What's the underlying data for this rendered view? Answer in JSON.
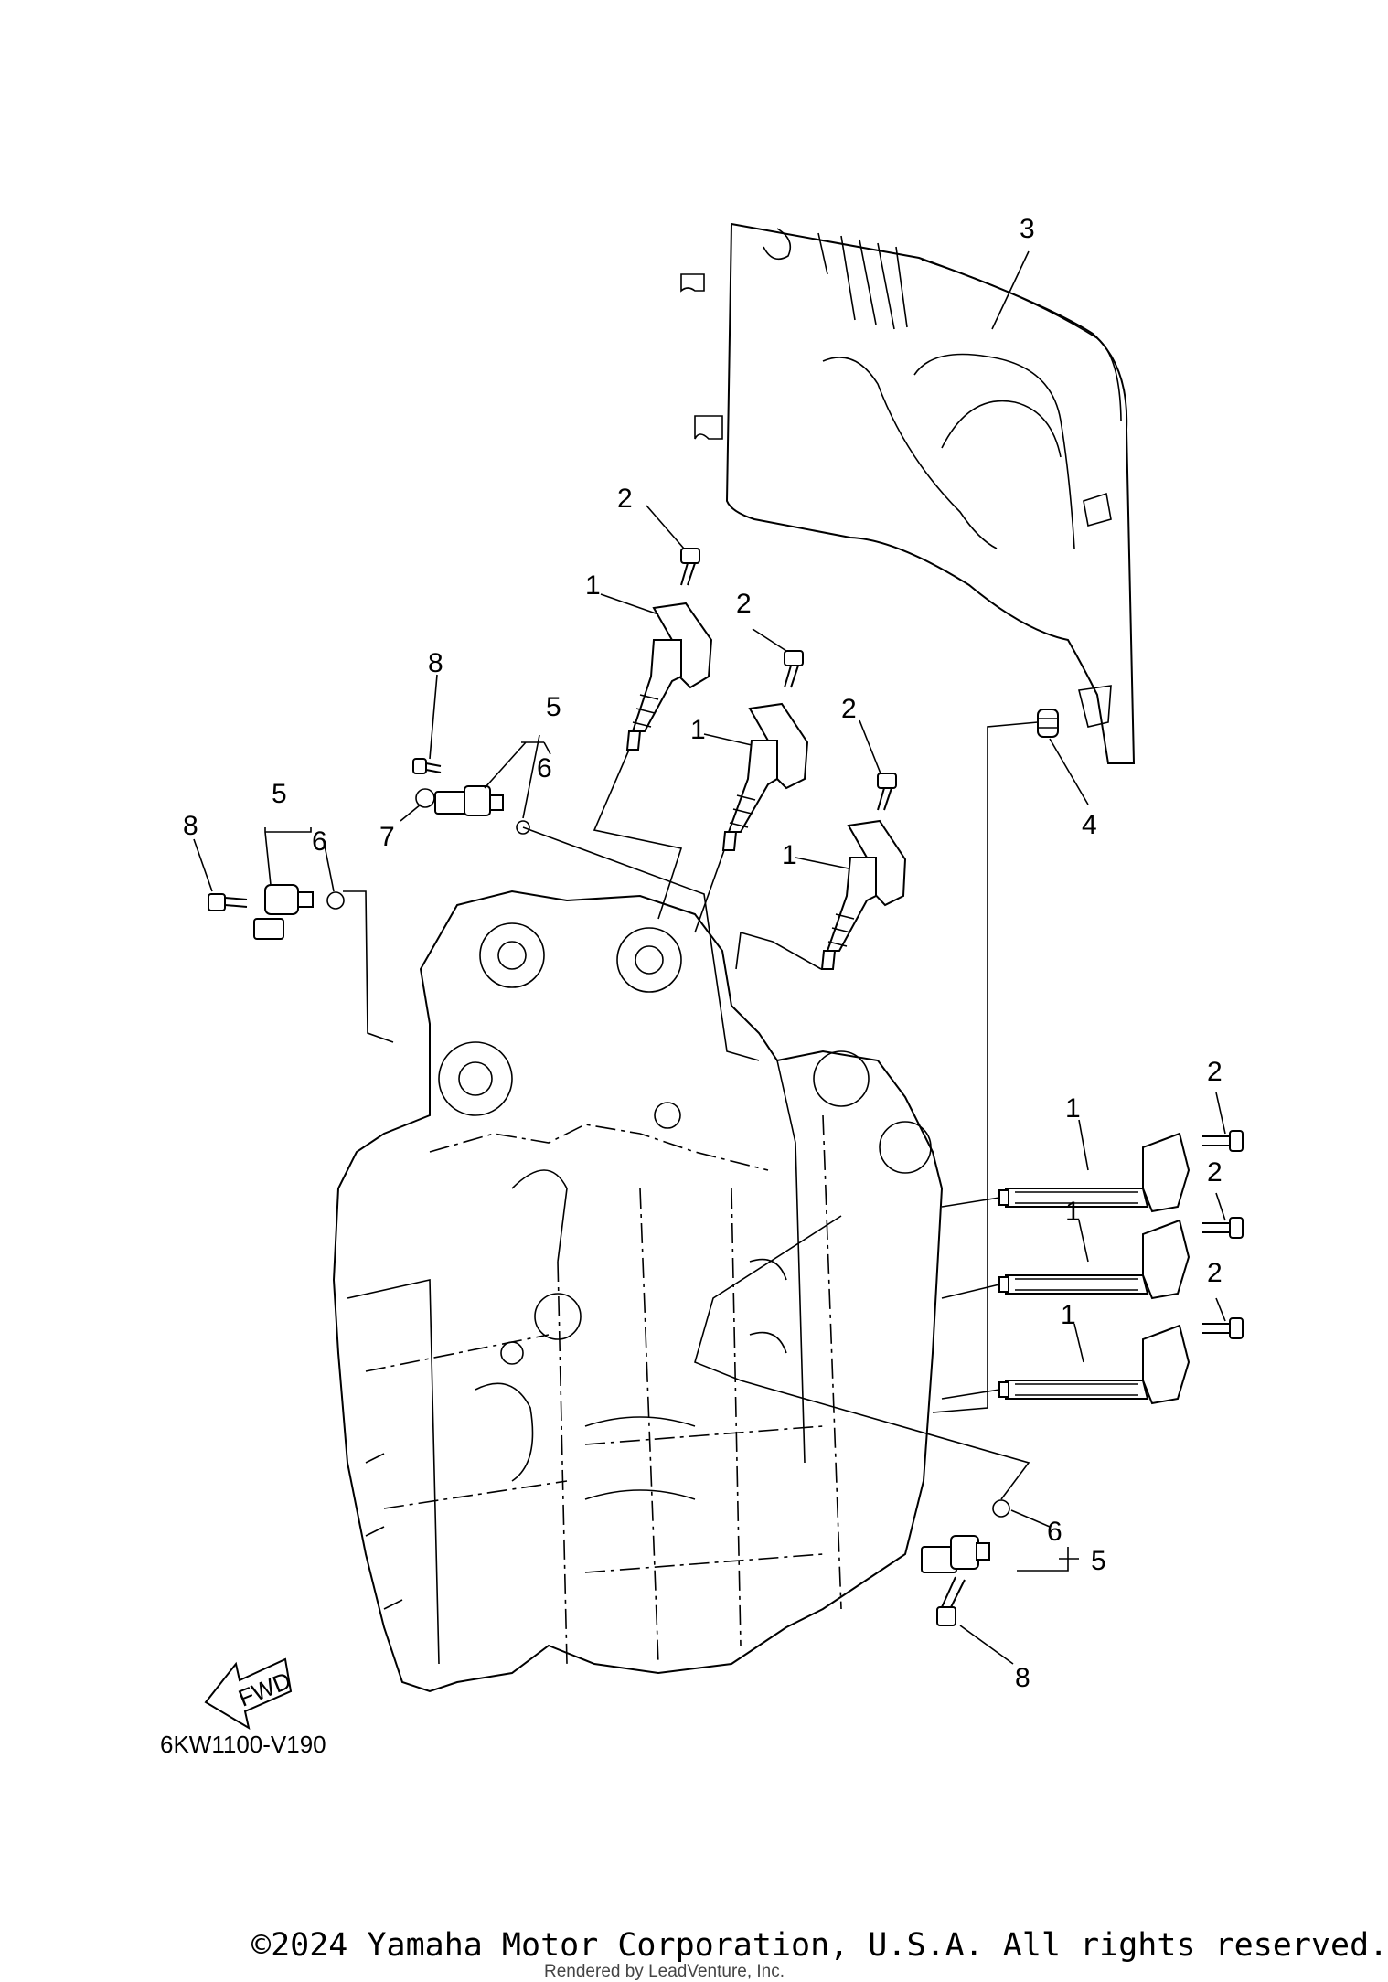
{
  "callouts": {
    "c1a": "1",
    "c1b": "1",
    "c1c": "1",
    "c1d": "1",
    "c1e": "1",
    "c1f": "1",
    "c2a": "2",
    "c2b": "2",
    "c2c": "2",
    "c2d": "2",
    "c2e": "2",
    "c2f": "2",
    "c3": "3",
    "c4": "4",
    "c5a": "5",
    "c5b": "5",
    "c5c": "5",
    "c6a": "6",
    "c6b": "6",
    "c6c": "6",
    "c7": "7",
    "c8a": "8",
    "c8b": "8",
    "c8c": "8"
  },
  "fwd_label": "FWD",
  "diagram_code": "6KW1100-V190",
  "footer": {
    "copyright": "©2024 Yamaha Motor Corporation, U.S.A. All rights reserved.",
    "rendered_by": "Rendered by LeadVenture, Inc."
  }
}
